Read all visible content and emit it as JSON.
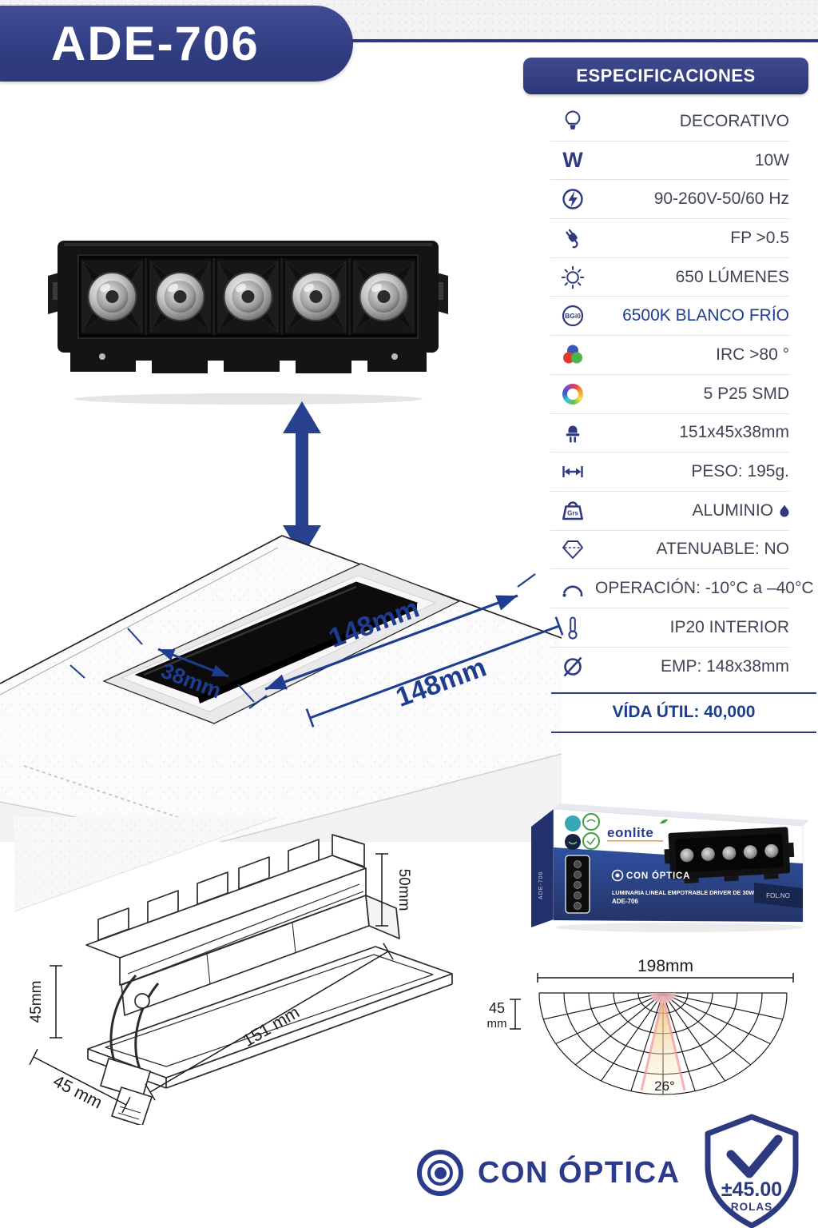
{
  "header": {
    "model": "ADE-706"
  },
  "specs": {
    "header": "ESPECIFICACIONES",
    "rows": [
      {
        "icon": "bulb-icon",
        "value": "DECORATIVO"
      },
      {
        "icon": "watt-icon",
        "icon_text": "W",
        "value": "10W"
      },
      {
        "icon": "voltage-icon",
        "value": "90-260V-50/60 Hz"
      },
      {
        "icon": "plug-icon",
        "value": "FP >0.5"
      },
      {
        "icon": "sun-icon",
        "value": "650 LÚMENES"
      },
      {
        "icon": "cct-badge-icon",
        "icon_text": "BGi0",
        "value": "6500K BLANCO FRÍO",
        "highlight": true
      },
      {
        "icon": "rgb-circles-icon",
        "value": "IRC >80 °"
      },
      {
        "icon": "color-ring-icon",
        "value": "5 P25 SMD"
      },
      {
        "icon": "led-icon",
        "value": "151x45x38mm"
      },
      {
        "icon": "width-arrow-icon",
        "value": "PESO: 195g."
      },
      {
        "icon": "weight-icon",
        "icon_text": "Grs",
        "value": "ALUMINIO",
        "suffix_icon": "droplet-icon"
      },
      {
        "icon": "diamond-icon",
        "value": "ATENUABLE: NO"
      },
      {
        "icon": "arc-icon",
        "value": "OPERACIÓN: -10°C a –40°C"
      },
      {
        "icon": "thermometer-icon",
        "value": "IP20 INTERIOR"
      },
      {
        "icon": "diameter-icon",
        "value": "EMP: 148x38mm"
      }
    ],
    "lifetime": "VÍDA ÚTIL: 40,000"
  },
  "install": {
    "cutout_width": "38mm",
    "cutout_length": "148mm",
    "cutout_length_outer": "148mm"
  },
  "drawing": {
    "height_right": "50mm",
    "height_left": "45mm",
    "length_bottom": "151 mm",
    "depth_bottom": "45 mm"
  },
  "box": {
    "brand": "eonlite",
    "optic_label": "CON ÓPTICA",
    "desc_line1": "LUMINARIA LINEAL EMPOTRABLE DRIVER DE 30W",
    "desc_line2": "ADE-706",
    "corner_tag": "FOL.NO",
    "side_text": "ADE-706"
  },
  "beam": {
    "width": "198mm",
    "height_value": "45",
    "height_unit": "mm",
    "angle": "26°"
  },
  "footer": {
    "brand": "CON ÓPTICA",
    "badge_value": "±45.00",
    "badge_unit": "ROLAS"
  },
  "colors": {
    "navy": "#2e3a80",
    "accent_blue": "#1d3e8f",
    "box_blue": "#2d4a96"
  }
}
